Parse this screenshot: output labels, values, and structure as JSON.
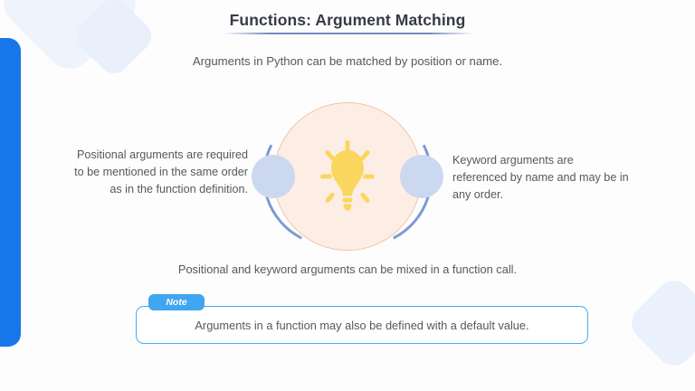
{
  "slide": {
    "title": "Functions: Argument Matching",
    "subtitle": "Arguments in Python can be matched by position or name.",
    "caption_left": "Positional arguments are required to be mentioned in the same order as in the function definition.",
    "caption_right": "Keyword arguments are referenced by name and may be in any order.",
    "caption_bottom": "Positional and keyword arguments can be mixed in a function call.",
    "note": {
      "badge": "Note",
      "text": "Arguments in a function may also be defined with a default value."
    }
  },
  "icons": {
    "lightbulb": "lightbulb-icon"
  },
  "colors": {
    "accent_blue": "#1877e8",
    "note_blue": "#3fb0f2",
    "badge_blue": "#3fa6ef",
    "circle_fill": "#fdeee5",
    "circle_border": "#f3c3a6",
    "arc_blue": "#7e9ad4",
    "node_dot": "#ccd8ef",
    "bulb_yellow": "#fbd65e",
    "text_body": "#55585f",
    "text_title": "#353a45",
    "deco_blue": "#eef3fc",
    "background": "#fdfdfe"
  }
}
